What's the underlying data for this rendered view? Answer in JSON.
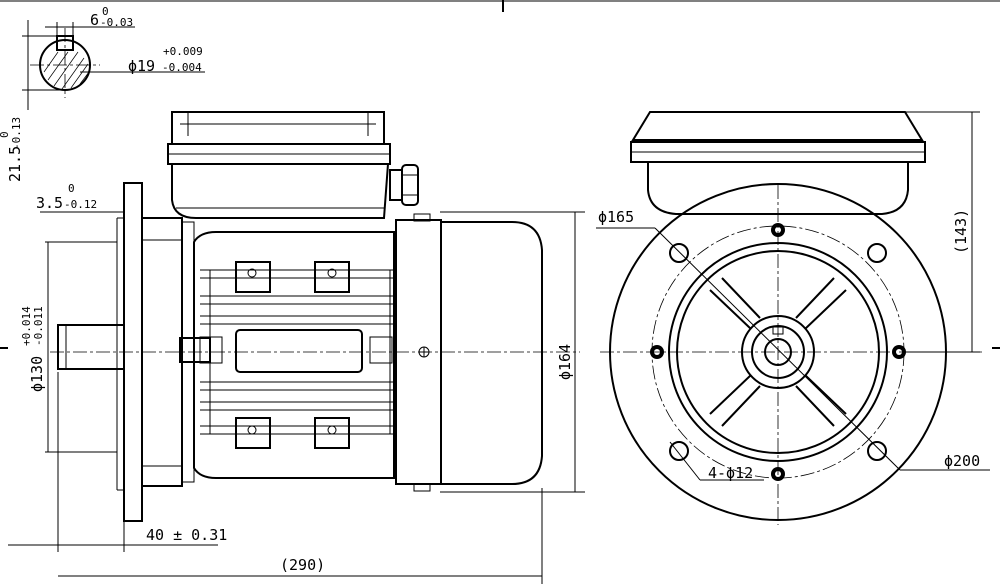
{
  "dimensions": {
    "key_width_main": "6",
    "key_width_tol_upper": "0",
    "key_width_tol_lower": "-0.03",
    "shaft_dia_main": "ϕ19",
    "shaft_dia_tol_upper": "+0.009",
    "shaft_dia_tol_lower": "-0.004",
    "key_height_main": "21.5",
    "key_height_tol_upper": "0",
    "key_height_tol_lower": "-0.13",
    "flange_offset_main": "3.5",
    "flange_offset_tol_upper": "0",
    "flange_offset_tol_lower": "-0.12",
    "spigot_dia_main": "ϕ130",
    "spigot_dia_tol_upper": "+0.014",
    "spigot_dia_tol_lower": "-0.011",
    "shaft_length": "40 ± 0.31",
    "overall_length": "(290)",
    "body_dia": "ϕ164",
    "pcd": "ϕ165",
    "flange_dia": "ϕ200",
    "holes": "4-ϕ12",
    "height_ref": "(143)"
  }
}
